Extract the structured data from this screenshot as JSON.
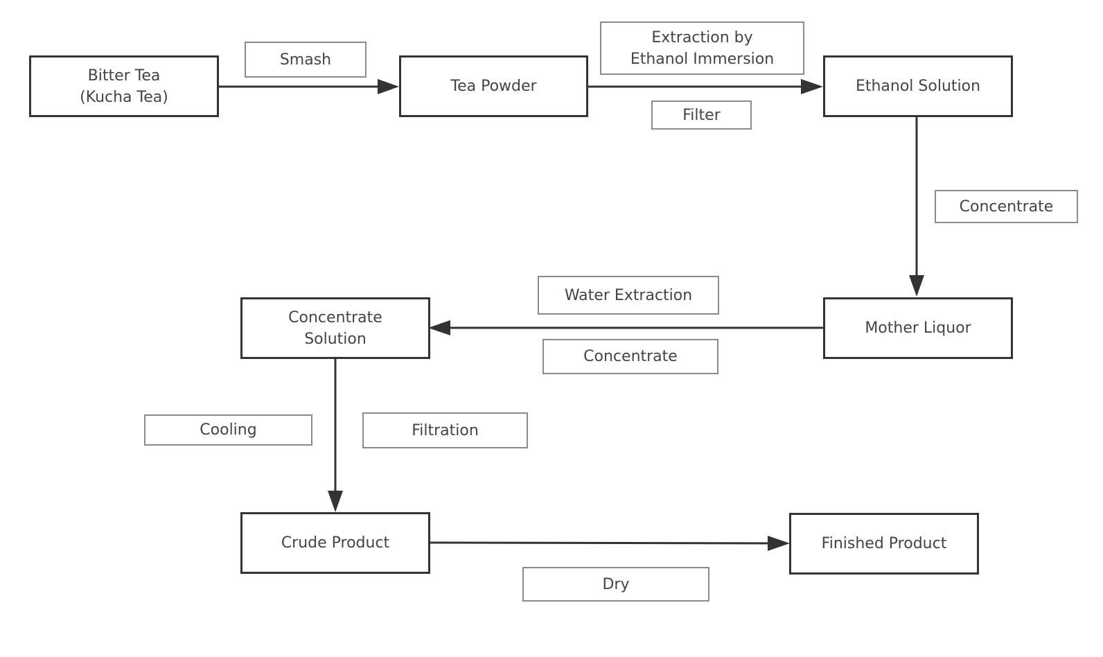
{
  "nodes": {
    "bitter_tea": "Bitter Tea\n(Kucha Tea)",
    "tea_powder": "Tea Powder",
    "ethanol_solution": "Ethanol Solution",
    "mother_liquor": "Mother Liquor",
    "concentrate_solution": "Concentrate\nSolution",
    "crude_product": "Crude Product",
    "finished_product": "Finished Product"
  },
  "labels": {
    "smash": "Smash",
    "extraction": "Extraction by\nEthanol Immersion",
    "filter": "Filter",
    "concentrate_1": "Concentrate",
    "water_extraction": "Water Extraction",
    "concentrate_2": "Concentrate",
    "cooling": "Cooling",
    "filtration": "Filtration",
    "dry": "Dry"
  },
  "colors": {
    "line": "#333333",
    "label_border": "#8a8a8a",
    "text": "#444444"
  }
}
